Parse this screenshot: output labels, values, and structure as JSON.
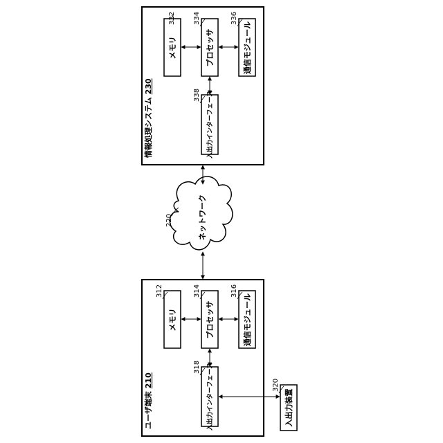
{
  "network": {
    "label": "ネットワーク",
    "ref": "220"
  },
  "info_system": {
    "title": "情報処理システム",
    "ref": "230",
    "memory": {
      "label": "メモリ",
      "ref": "332"
    },
    "processor": {
      "label": "プロセッサ",
      "ref": "334"
    },
    "comm_module": {
      "label": "通信モジュール",
      "ref": "336"
    },
    "io_interface": {
      "label": "入出力インターフェース",
      "ref": "338"
    }
  },
  "user_terminal": {
    "title": "ユーザ端末",
    "ref": "210",
    "memory": {
      "label": "メモリ",
      "ref": "312"
    },
    "processor": {
      "label": "プロセッサ",
      "ref": "314"
    },
    "comm_module": {
      "label": "通信モジュール",
      "ref": "316"
    },
    "io_interface": {
      "label": "入出力インターフェース",
      "ref": "318"
    }
  },
  "io_device": {
    "label": "入出力装置",
    "ref": "320"
  }
}
